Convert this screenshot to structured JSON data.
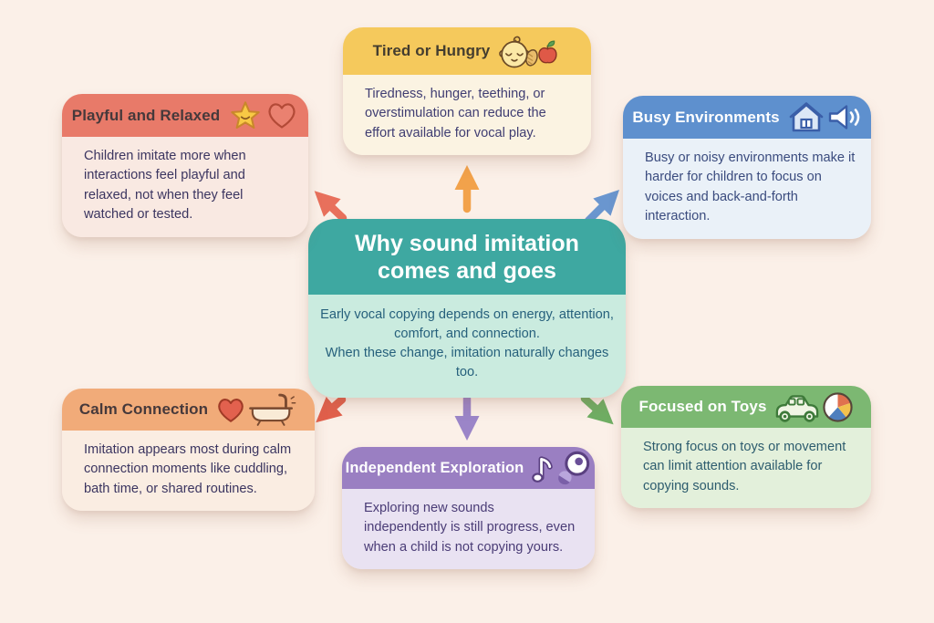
{
  "canvas": {
    "background": "#FBF0E8"
  },
  "center_card": {
    "title_line1": "Why sound imitation",
    "title_line2": "comes and goes",
    "body_line1": "Early vocal copying depends on energy, attention, comfort, and connection.",
    "body_line2": "When these change, imitation naturally changes too.",
    "header_color": "#3EA8A1",
    "body_color": "#CAEBDF",
    "title_color": "#FFFFFF",
    "text_color": "#26607C"
  },
  "cards": [
    {
      "id": "tired-or-hungry",
      "position": "top",
      "title": "Tired or Hungry",
      "body": "Tiredness, hunger, teething, or overstimulation can reduce the effort available for vocal play.",
      "header_color": "#F5C95C",
      "body_color": "#FBF3E2",
      "title_color": "#443D2F",
      "text_color": "#3F3D72",
      "icons": [
        "sleeping-baby-icon",
        "cookie-icon",
        "apple-icon"
      ]
    },
    {
      "id": "playful-and-relaxed",
      "position": "top-left",
      "title": "Playful and Relaxed",
      "body": "Children imitate more when interactions feel playful and relaxed, not when they feel watched or tested.",
      "header_color": "#E87A69",
      "body_color": "#F9E9E2",
      "title_color": "#46393B",
      "text_color": "#3B3560",
      "icons": [
        "star-icon",
        "heart-icon"
      ]
    },
    {
      "id": "busy-environments",
      "position": "top-right",
      "title": "Busy Environments",
      "body": "Busy or noisy environments make it harder for children to focus on voices and back-and-forth interaction.",
      "header_color": "#5E90CE",
      "body_color": "#EAF1F8",
      "title_color": "#FFFFFF",
      "text_color": "#3A4B7E",
      "icons": [
        "house-icon",
        "speaker-icon"
      ]
    },
    {
      "id": "calm-connection",
      "position": "bottom-left",
      "title": "Calm Connection",
      "body": "Imitation appears most during calm connection moments like cuddling, bath time, or shared routines.",
      "header_color": "#F1AB79",
      "body_color": "#FAEDE2",
      "title_color": "#46393B",
      "text_color": "#3B3560",
      "icons": [
        "heart-icon",
        "bathtub-icon"
      ]
    },
    {
      "id": "independent-exploration",
      "position": "bottom-center",
      "title": "Independent Exploration",
      "body": "Exploring new sounds independently is still progress, even when a child is not copying yours.",
      "header_color": "#9A7FC2",
      "body_color": "#E9E2F2",
      "title_color": "#FFFFFF",
      "text_color": "#4A3C76",
      "icons": [
        "music-note-icon",
        "rattle-disc-icon"
      ]
    },
    {
      "id": "focused-on-toys",
      "position": "bottom-right",
      "title": "Focused on Toys",
      "body": "Strong focus on toys or movement can limit attention available for copying sounds.",
      "header_color": "#7CB872",
      "body_color": "#E3F0DB",
      "title_color": "#FFFFFF",
      "text_color": "#2D5C6E",
      "icons": [
        "toy-car-icon",
        "beach-ball-icon"
      ]
    }
  ],
  "arrows": [
    {
      "id": "arrow-to-top",
      "direction": "up",
      "color": "#F2A24B"
    },
    {
      "id": "arrow-to-top-left",
      "direction": "up-left",
      "color": "#E8705C"
    },
    {
      "id": "arrow-to-top-right",
      "direction": "up-right",
      "color": "#6A96CF"
    },
    {
      "id": "arrow-to-bottom-left",
      "direction": "down-left",
      "color": "#E2604C"
    },
    {
      "id": "arrow-to-bottom",
      "direction": "down",
      "color": "#9B85C8"
    },
    {
      "id": "arrow-to-bottom-right",
      "direction": "down-right",
      "color": "#6FAE63"
    }
  ]
}
